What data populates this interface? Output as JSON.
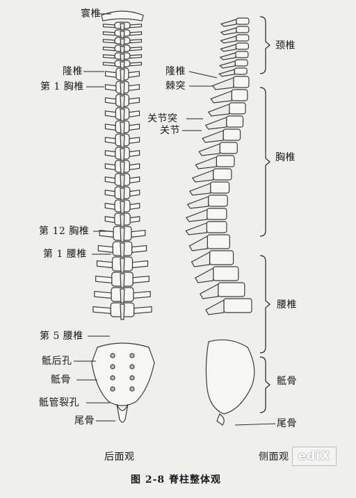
{
  "labels": {
    "atlas": "寰椎",
    "vertebra_prominens_left": "隆椎",
    "thoracic_1": "第 1 胸椎",
    "thoracic_12": "第 12 胸椎",
    "lumbar_1": "第 1 腰椎",
    "lumbar_5": "第 5 腰椎",
    "posterior_sacral_foramen": "骶后孔",
    "sacrum_left": "骶骨",
    "sacral_hiatus": "骶管裂孔",
    "coccyx_left": "尾骨",
    "vertebra_prominens_right": "隆椎",
    "spinous_process": "棘突",
    "articular_process": "关节突",
    "articulation": "关节",
    "cervical": "颈椎",
    "thoracic": "胸椎",
    "lumbar": "腰椎",
    "sacrum_right": "骶骨",
    "coccyx_right": "尾骨"
  },
  "views": {
    "posterior": "后面观",
    "lateral": "侧面观"
  },
  "caption": "图 2-8 脊柱整体观",
  "watermark": "ediX"
}
